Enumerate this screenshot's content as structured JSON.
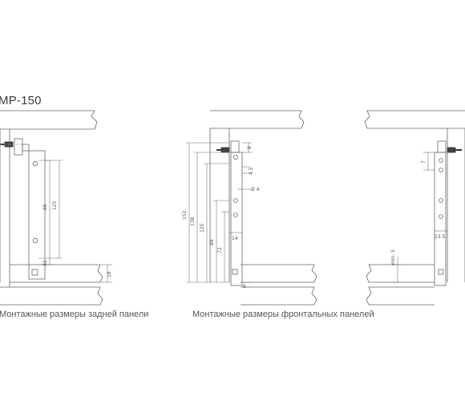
{
  "drawing": {
    "model_label": "MP-150",
    "captions": {
      "back_panel": "Монтажные размеры задней панели",
      "front_panels": "Монтажные размеры фронтальных панелей"
    },
    "back_panel_dims": {
      "d1": "86",
      "d2": "125",
      "d3": "32",
      "d4": "18"
    },
    "front_left_dims": {
      "d1": "152",
      "d2": "138",
      "d3": "125",
      "d4": "88",
      "d5": "72",
      "d6": "8",
      "d7": "14",
      "d8": "6",
      "d9": "4.5",
      "d10": "Ø 4"
    },
    "front_right_dims": {
      "d1": "7",
      "d2": "13.5",
      "d3": "min. 5"
    }
  }
}
